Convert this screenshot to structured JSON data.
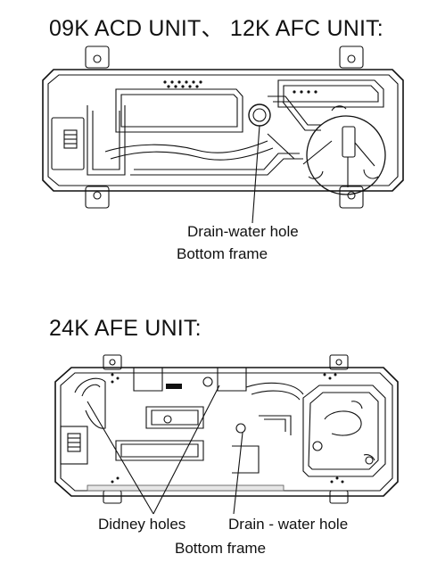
{
  "section1": {
    "title": "09K ACD UNIT、 12K AFC UNIT:",
    "labels": {
      "drain": "Drain-water hole",
      "frame": "Bottom frame"
    }
  },
  "section2": {
    "title": "24K AFE UNIT:",
    "labels": {
      "kidney": "Didney holes",
      "drain": "Drain - water hole",
      "frame": "Bottom frame"
    }
  },
  "colors": {
    "line": "#111111",
    "background": "#ffffff",
    "fill": "#e6e6e6"
  }
}
